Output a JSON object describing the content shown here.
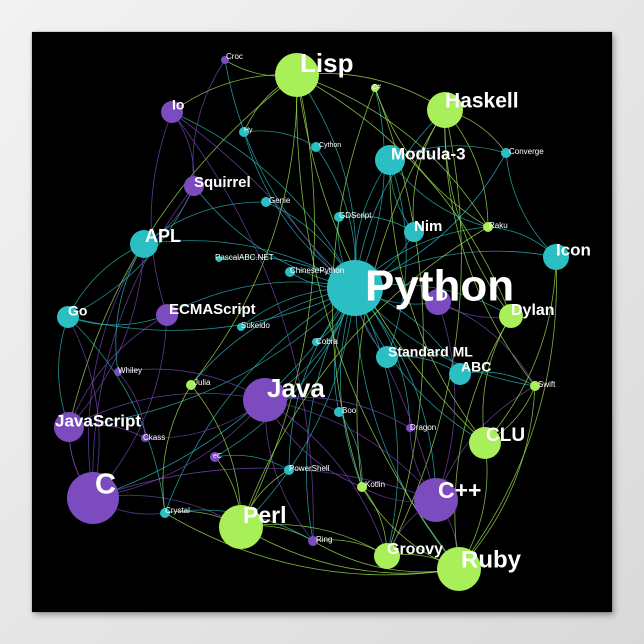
{
  "colors": {
    "background": "#000000",
    "purple": "#7b4bbf",
    "teal": "#2bbfc4",
    "green": "#a8ef5a",
    "label": "#ffffff"
  },
  "nodes": [
    {
      "id": "python",
      "label": "Python",
      "color": "teal"
    },
    {
      "id": "lisp",
      "label": "Lisp",
      "color": "green"
    },
    {
      "id": "haskell",
      "label": "Haskell",
      "color": "green"
    },
    {
      "id": "io",
      "label": "Io",
      "color": "purple"
    },
    {
      "id": "croc",
      "label": "Croc",
      "color": "purple"
    },
    {
      "id": "csharp",
      "label": "C#",
      "color": "green"
    },
    {
      "id": "hy",
      "label": "Hy",
      "color": "teal"
    },
    {
      "id": "cython",
      "label": "Cython",
      "color": "teal"
    },
    {
      "id": "modula3",
      "label": "Modula-3",
      "color": "teal"
    },
    {
      "id": "converge",
      "label": "Converge",
      "color": "teal"
    },
    {
      "id": "squirrel",
      "label": "Squirrel",
      "color": "purple"
    },
    {
      "id": "genie",
      "label": "Genie",
      "color": "teal"
    },
    {
      "id": "gdscript",
      "label": "GDScript",
      "color": "teal"
    },
    {
      "id": "nim",
      "label": "Nim",
      "color": "teal"
    },
    {
      "id": "raku",
      "label": "Raku",
      "color": "green"
    },
    {
      "id": "apl",
      "label": "APL",
      "color": "teal"
    },
    {
      "id": "icon",
      "label": "Icon",
      "color": "teal"
    },
    {
      "id": "pascalabc",
      "label": "PascalABC.NET",
      "color": "teal"
    },
    {
      "id": "chinesepython",
      "label": "ChinesePython",
      "color": "teal"
    },
    {
      "id": "d",
      "label": "D",
      "color": "purple"
    },
    {
      "id": "go",
      "label": "Go",
      "color": "teal"
    },
    {
      "id": "ecmascript",
      "label": "ECMAScript",
      "color": "purple"
    },
    {
      "id": "dylan",
      "label": "Dylan",
      "color": "green"
    },
    {
      "id": "sukeido",
      "label": "Sukeido",
      "color": "teal"
    },
    {
      "id": "cobra",
      "label": "Cobra",
      "color": "teal"
    },
    {
      "id": "standardml",
      "label": "Standard ML",
      "color": "teal"
    },
    {
      "id": "abc",
      "label": "ABC",
      "color": "teal"
    },
    {
      "id": "whiley",
      "label": "Whiley",
      "color": "purple"
    },
    {
      "id": "julia",
      "label": "Julia",
      "color": "green"
    },
    {
      "id": "java",
      "label": "Java",
      "color": "purple"
    },
    {
      "id": "swift",
      "label": "Swift",
      "color": "green"
    },
    {
      "id": "javascript",
      "label": "JavaScript",
      "color": "purple"
    },
    {
      "id": "boo",
      "label": "Boo",
      "color": "teal"
    },
    {
      "id": "dragon",
      "label": "Dragon",
      "color": "purple"
    },
    {
      "id": "clu",
      "label": "CLU",
      "color": "green"
    },
    {
      "id": "ckass",
      "label": "Ckass",
      "color": "purple"
    },
    {
      "id": "ec",
      "label": "eC",
      "color": "purple"
    },
    {
      "id": "powershell",
      "label": "PowerShell",
      "color": "teal"
    },
    {
      "id": "c",
      "label": "C",
      "color": "purple"
    },
    {
      "id": "kotlin",
      "label": "Kotlin",
      "color": "green"
    },
    {
      "id": "cpp",
      "label": "C++",
      "color": "purple"
    },
    {
      "id": "crystal",
      "label": "Crystal",
      "color": "teal"
    },
    {
      "id": "perl",
      "label": "Perl",
      "color": "green"
    },
    {
      "id": "ring",
      "label": "Ring",
      "color": "purple"
    },
    {
      "id": "groovy",
      "label": "Groovy",
      "color": "green"
    },
    {
      "id": "ruby",
      "label": "Ruby",
      "color": "green"
    }
  ],
  "edges": [
    [
      "python",
      "lisp"
    ],
    [
      "python",
      "haskell"
    ],
    [
      "python",
      "io"
    ],
    [
      "python",
      "croc"
    ],
    [
      "python",
      "csharp"
    ],
    [
      "python",
      "hy"
    ],
    [
      "python",
      "cython"
    ],
    [
      "python",
      "modula3"
    ],
    [
      "python",
      "converge"
    ],
    [
      "python",
      "squirrel"
    ],
    [
      "python",
      "genie"
    ],
    [
      "python",
      "gdscript"
    ],
    [
      "python",
      "nim"
    ],
    [
      "python",
      "raku"
    ],
    [
      "python",
      "apl"
    ],
    [
      "python",
      "icon"
    ],
    [
      "python",
      "pascalabc"
    ],
    [
      "python",
      "chinesepython"
    ],
    [
      "python",
      "d"
    ],
    [
      "python",
      "go"
    ],
    [
      "python",
      "ecmascript"
    ],
    [
      "python",
      "dylan"
    ],
    [
      "python",
      "sukeido"
    ],
    [
      "python",
      "cobra"
    ],
    [
      "python",
      "standardml"
    ],
    [
      "python",
      "abc"
    ],
    [
      "python",
      "julia"
    ],
    [
      "python",
      "java"
    ],
    [
      "python",
      "swift"
    ],
    [
      "python",
      "javascript"
    ],
    [
      "python",
      "boo"
    ],
    [
      "python",
      "dragon"
    ],
    [
      "python",
      "clu"
    ],
    [
      "python",
      "ec"
    ],
    [
      "python",
      "powershell"
    ],
    [
      "python",
      "c"
    ],
    [
      "python",
      "kotlin"
    ],
    [
      "python",
      "cpp"
    ],
    [
      "python",
      "crystal"
    ],
    [
      "python",
      "perl"
    ],
    [
      "python",
      "ring"
    ],
    [
      "python",
      "groovy"
    ],
    [
      "python",
      "ruby"
    ],
    [
      "lisp",
      "haskell"
    ],
    [
      "lisp",
      "io"
    ],
    [
      "lisp",
      "croc"
    ],
    [
      "lisp",
      "hy"
    ],
    [
      "lisp",
      "dylan"
    ],
    [
      "lisp",
      "javascript"
    ],
    [
      "lisp",
      "perl"
    ],
    [
      "lisp",
      "ruby"
    ],
    [
      "lisp",
      "julia"
    ],
    [
      "lisp",
      "clu"
    ],
    [
      "lisp",
      "raku"
    ],
    [
      "haskell",
      "swift"
    ],
    [
      "haskell",
      "raku"
    ],
    [
      "haskell",
      "dylan"
    ],
    [
      "haskell",
      "groovy"
    ],
    [
      "haskell",
      "nim"
    ],
    [
      "haskell",
      "converge"
    ],
    [
      "haskell",
      "kotlin"
    ],
    [
      "c",
      "cpp"
    ],
    [
      "c",
      "java"
    ],
    [
      "c",
      "javascript"
    ],
    [
      "c",
      "go"
    ],
    [
      "c",
      "perl"
    ],
    [
      "c",
      "crystal"
    ],
    [
      "c",
      "apl"
    ],
    [
      "c",
      "ecmascript"
    ],
    [
      "c",
      "squirrel"
    ],
    [
      "cpp",
      "java"
    ],
    [
      "cpp",
      "ruby"
    ],
    [
      "cpp",
      "d"
    ],
    [
      "cpp",
      "dragon"
    ],
    [
      "cpp",
      "groovy"
    ],
    [
      "cpp",
      "kotlin"
    ],
    [
      "cpp",
      "io"
    ],
    [
      "cpp",
      "swift"
    ],
    [
      "java",
      "javascript"
    ],
    [
      "java",
      "groovy"
    ],
    [
      "java",
      "kotlin"
    ],
    [
      "java",
      "ckass"
    ],
    [
      "java",
      "whiley"
    ],
    [
      "java",
      "boo"
    ],
    [
      "java",
      "ring"
    ],
    [
      "java",
      "dragon"
    ],
    [
      "perl",
      "ruby"
    ],
    [
      "perl",
      "raku"
    ],
    [
      "perl",
      "ec"
    ],
    [
      "perl",
      "powershell"
    ],
    [
      "perl",
      "julia"
    ],
    [
      "perl",
      "groovy"
    ],
    [
      "perl",
      "crystal"
    ],
    [
      "perl",
      "ring"
    ],
    [
      "ruby",
      "groovy"
    ],
    [
      "ruby",
      "crystal"
    ],
    [
      "ruby",
      "clu"
    ],
    [
      "ruby",
      "kotlin"
    ],
    [
      "ruby",
      "swift"
    ],
    [
      "ruby",
      "dylan"
    ],
    [
      "ruby",
      "icon"
    ],
    [
      "ruby",
      "ring"
    ],
    [
      "clu",
      "swift"
    ],
    [
      "clu",
      "dylan"
    ],
    [
      "clu",
      "icon"
    ],
    [
      "clu",
      "modula3"
    ],
    [
      "go",
      "javascript"
    ],
    [
      "go",
      "apl"
    ],
    [
      "go",
      "squirrel"
    ],
    [
      "go",
      "crystal"
    ],
    [
      "go",
      "ecmascript"
    ],
    [
      "javascript",
      "ecmascript"
    ],
    [
      "javascript",
      "apl"
    ],
    [
      "javascript",
      "ckass"
    ],
    [
      "javascript",
      "c"
    ],
    [
      "io",
      "squirrel"
    ],
    [
      "io",
      "ecmascript"
    ],
    [
      "io",
      "ring"
    ],
    [
      "modula3",
      "nim"
    ],
    [
      "modula3",
      "standardml"
    ],
    [
      "modula3",
      "raku"
    ],
    [
      "modula3",
      "converge"
    ],
    [
      "abc",
      "standardml"
    ],
    [
      "abc",
      "swift"
    ],
    [
      "icon",
      "raku"
    ],
    [
      "icon",
      "converge"
    ],
    [
      "croc",
      "squirrel"
    ],
    [
      "hy",
      "cython"
    ],
    [
      "csharp",
      "raku"
    ],
    [
      "csharp",
      "groovy"
    ],
    [
      "csharp",
      "kotlin"
    ],
    [
      "squirrel",
      "apl"
    ],
    [
      "genie",
      "apl"
    ],
    [
      "gdscript",
      "nim"
    ],
    [
      "d",
      "dylan"
    ],
    [
      "d",
      "swift"
    ],
    [
      "apl",
      "whiley"
    ],
    [
      "whiley",
      "ckass"
    ],
    [
      "julia",
      "crystal"
    ],
    [
      "boo",
      "kotlin"
    ],
    [
      "powershell",
      "ec"
    ],
    [
      "kotlin",
      "groovy"
    ],
    [
      "groovy",
      "ring"
    ],
    [
      "crystal",
      "ring"
    ]
  ]
}
